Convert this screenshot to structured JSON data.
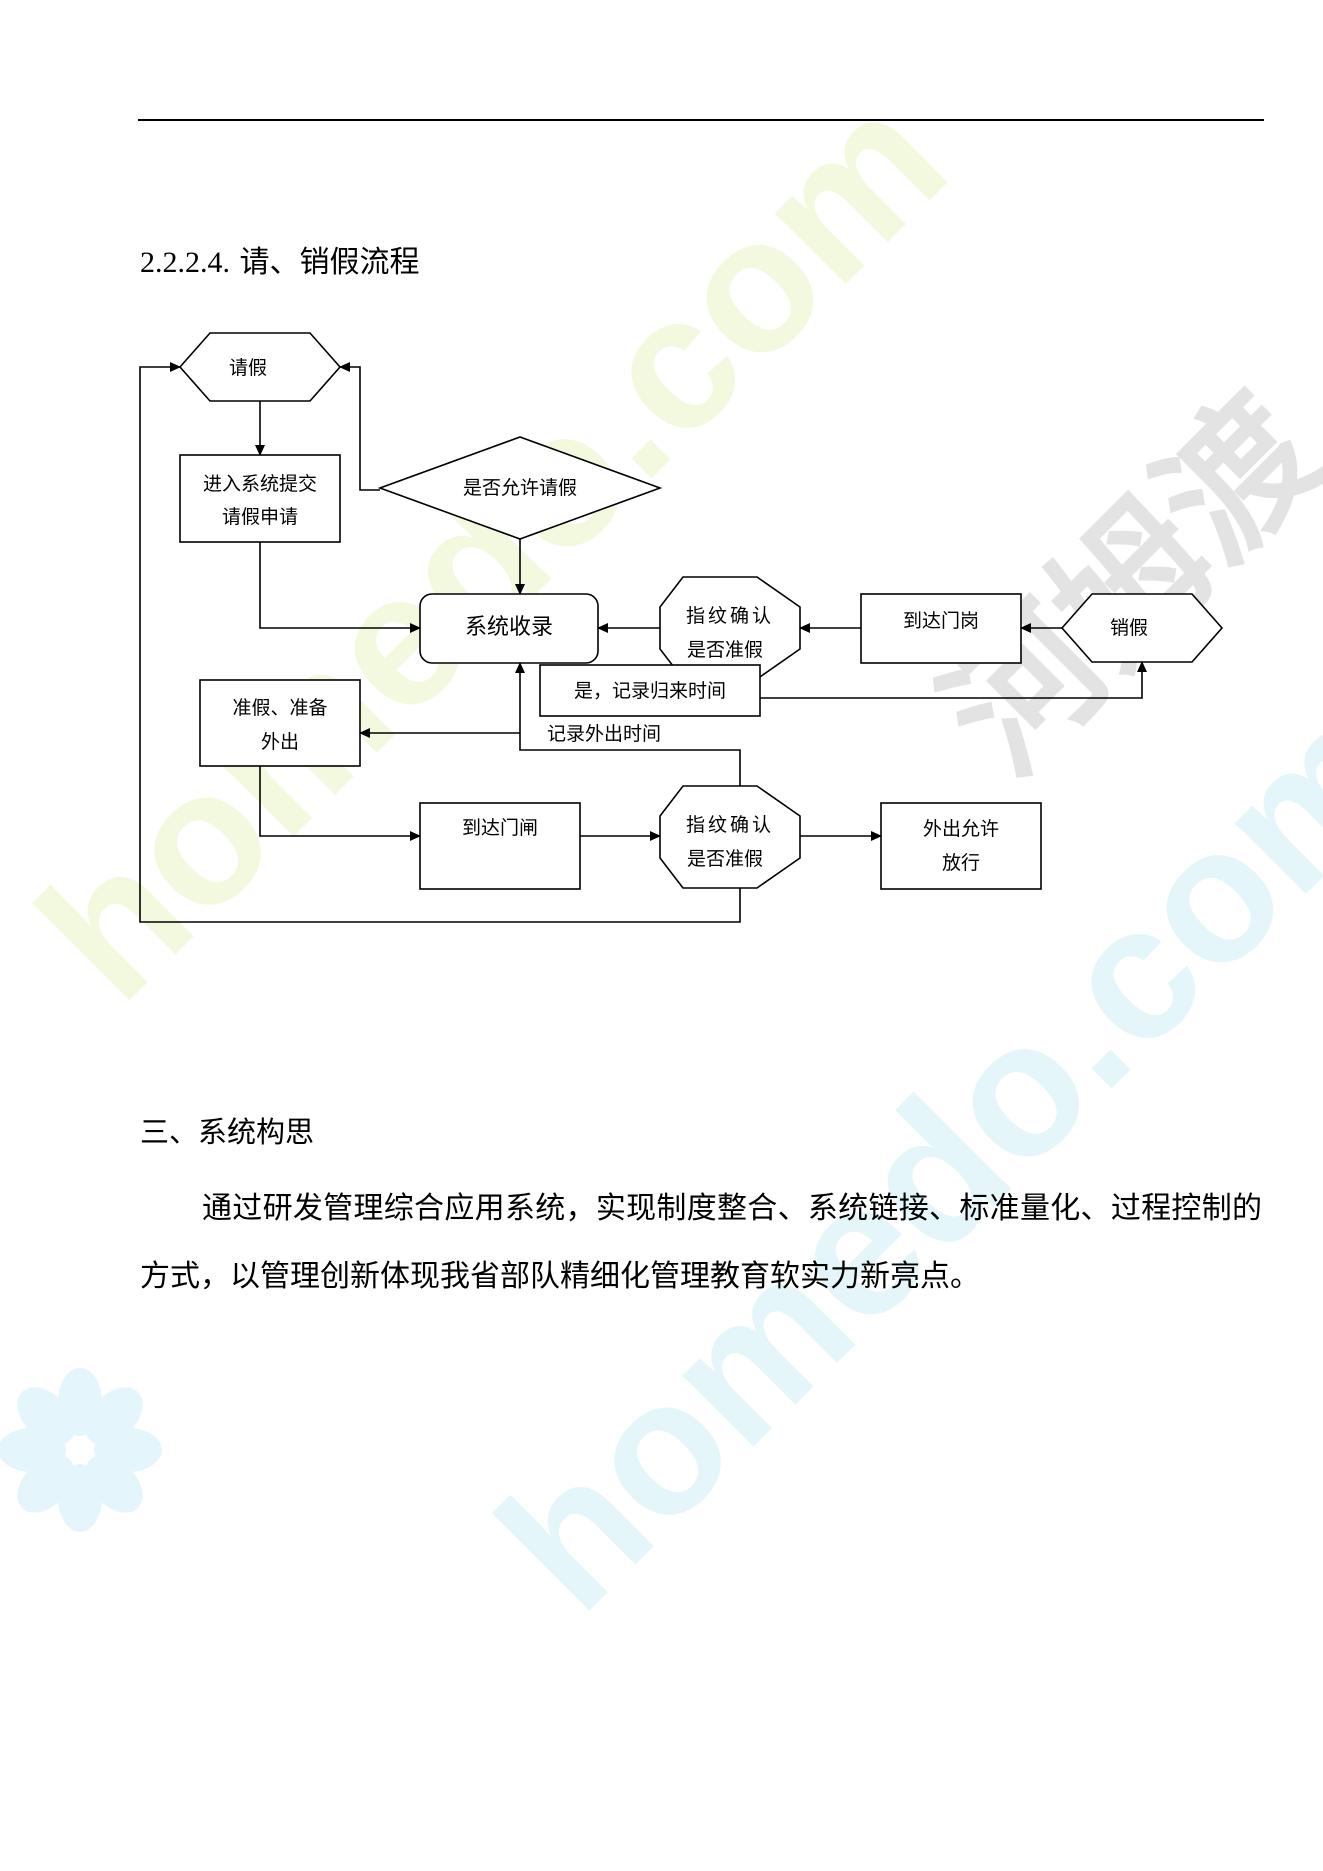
{
  "section": {
    "number": "2.2.2.4.",
    "title": "请、销假流程"
  },
  "flowchart": {
    "leave_request": "请假",
    "submit_line1": "进入系统提交",
    "submit_line2": "请假申请",
    "approve_decision": "是否允许请假",
    "system_record": "系统收录",
    "fp_top_line1": "指纹确认",
    "fp_top_line2": "是否准假",
    "arrive_post": "到达门岗",
    "cancel_leave": "销假",
    "record_return": "是，记录归来时间",
    "ready_line1": "准假、准备",
    "ready_line2": "外出",
    "record_out": "记录外出时间",
    "arrive_gate": "到达门闸",
    "fp_bottom_line1": "指纹确认",
    "fp_bottom_line2": "是否准假",
    "allow_line1": "外出允许",
    "allow_line2": "放行"
  },
  "chapter": {
    "title": "三、系统构思"
  },
  "paragraph": "通过研发管理综合应用系统，实现制度整合、系统链接、标准量化、过程控制的方式，以管理创新体现我省部队精细化管理教育软实力新亮点。",
  "watermark": {
    "brand": "homedo.com",
    "cn": "河姆渡"
  },
  "colors": {
    "watermark_green": "#f1f8dc",
    "watermark_blue": "#e3f6fb",
    "watermark_gray": "#e6e6e6"
  }
}
